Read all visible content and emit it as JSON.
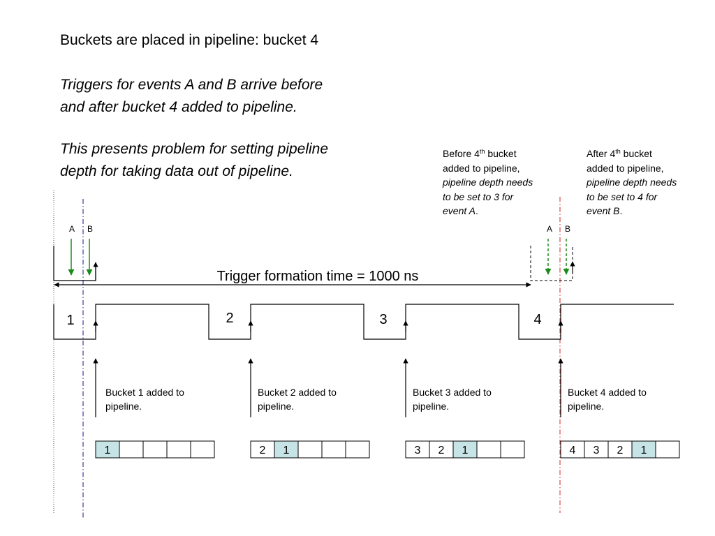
{
  "slide": {
    "title": "Buckets are placed in pipeline:  bucket 4",
    "paragraph1": [
      "Triggers for events A and B arrive before",
      "and after bucket 4 added to pipeline."
    ],
    "paragraph2": [
      "This presents problem for setting pipeline",
      "depth for taking data out of pipeline."
    ]
  },
  "notes": {
    "before": {
      "line1_pre": "Before 4",
      "line1_sup": "th",
      "line1_post": " bucket",
      "line2": "added to pipeline,",
      "italic": [
        "pipeline depth needs",
        "to be set to 3 for",
        "event A"
      ],
      "end": "."
    },
    "after": {
      "line1_pre": "After 4",
      "line1_sup": "th",
      "line1_post": " bucket",
      "line2": "added to pipeline,",
      "italic": [
        "pipeline depth needs",
        "to be set to 4 for",
        "event B"
      ],
      "end": "."
    }
  },
  "trigger_label": "Trigger formation time = 1000 ns",
  "events": [
    "A",
    "B"
  ],
  "bucket_numbers": [
    "1",
    "2",
    "3",
    "4"
  ],
  "bucket_added_labels": [
    [
      "Bucket 1 added to",
      "pipeline."
    ],
    [
      "Bucket 2 added to",
      "pipeline."
    ],
    [
      "Bucket 3 added to",
      "pipeline."
    ],
    [
      "Bucket 4 added to",
      "pipeline."
    ]
  ],
  "pipelines": [
    [
      "1",
      "",
      "",
      "",
      ""
    ],
    [
      "2",
      "1",
      "",
      "",
      ""
    ],
    [
      "3",
      "2",
      "1",
      "",
      ""
    ],
    [
      "4",
      "3",
      "2",
      "1",
      ""
    ]
  ],
  "colors": {
    "highlight_cell": "#c6e3e6",
    "event_arrow": "#1a8a1a",
    "before_marker": "#3a3aa0",
    "after_marker": "#d94a4a"
  }
}
